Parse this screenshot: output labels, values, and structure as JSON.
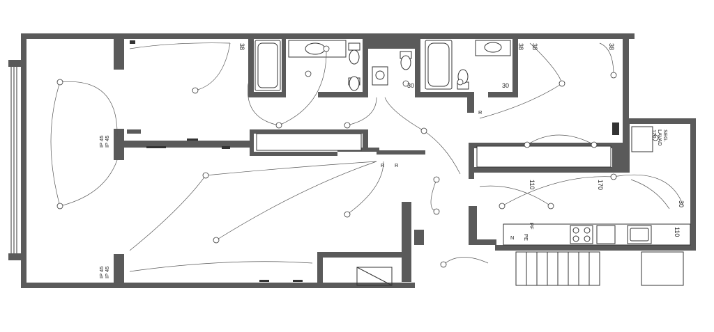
{
  "colors": {
    "wall": "#5a5a5a",
    "line": "#333333",
    "wire": "#555555",
    "paper": "#ffffff"
  },
  "labels": {
    "ip45_top": "IP 45",
    "ip45_top_2": "IP 45",
    "ip45_bottom": "IP 45",
    "ip45_bottom_2": "IP 45",
    "h38_a": "38",
    "h38_b": "38",
    "h38_c": "38",
    "h38_d": "38",
    "h30_bath1": "30",
    "h30_bath2": "30",
    "h30_kitchen": "30",
    "h110_a": "110",
    "h170": "170",
    "h110_b": "110",
    "r_a": "R",
    "r_b": "R",
    "r_c": "R",
    "seg": "SEG.",
    "lavad": "LAVAD",
    "h120": "120",
    "pf": "PF",
    "pe": "PE",
    "n": "N"
  }
}
